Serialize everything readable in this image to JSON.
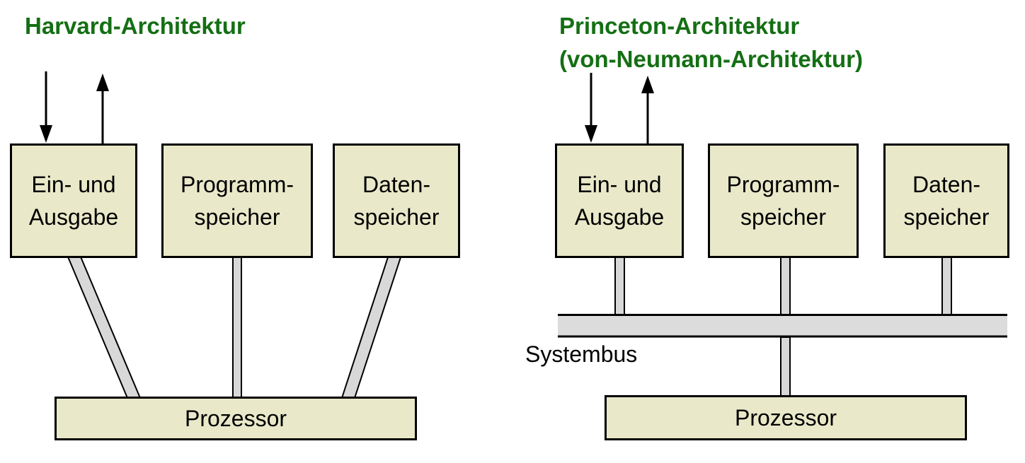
{
  "colors": {
    "title_green": "#146f14",
    "box_fill": "#e9e9ca",
    "connector_fill": "#d8d8d8",
    "bus_fill": "#dcdcdc",
    "outline": "#000000"
  },
  "harvard": {
    "title": "Harvard-Architektur",
    "io_label": "Ein- und\nAusgabe",
    "program_label": "Programm-\nspeicher",
    "data_label": "Daten-\nspeicher",
    "processor_label": "Prozessor"
  },
  "princeton": {
    "title_line1": "Princeton-Architektur",
    "title_line2": "(von-Neumann-Architektur)",
    "io_label": "Ein- und\nAusgabe",
    "program_label": "Programm-\nspeicher",
    "data_label": "Daten-\nspeicher",
    "processor_label": "Prozessor",
    "bus_label": "Systembus"
  },
  "icons": {
    "input_arrow": "down-arrow",
    "output_arrow": "up-arrow"
  }
}
